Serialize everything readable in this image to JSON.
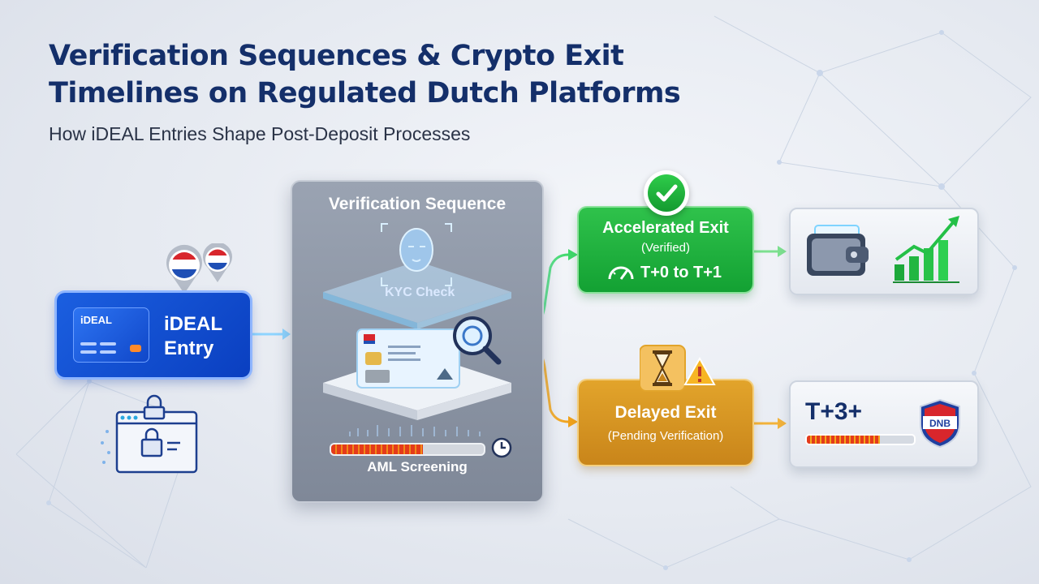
{
  "title": "Verification Sequences & Crypto Exit Timelines on Regulated Dutch Platforms",
  "subtitle": "How iDEAL Entries Shape Post-Deposit Processes",
  "entry": {
    "card_brand": "iDEAL",
    "label_line1": "iDEAL",
    "label_line2": "Entry"
  },
  "verification": {
    "title": "Verification Sequence",
    "kyc_label": "KYC Check",
    "aml_label": "AML Screening",
    "aml_progress": 0.6
  },
  "accelerated": {
    "title": "Accelerated Exit",
    "subtitle": "(Verified)",
    "timeline": "T+0 to T+1"
  },
  "delayed": {
    "title": "Delayed Exit",
    "subtitle": "(Pending Verification)",
    "timeline": "T+3+",
    "progress": 0.68,
    "regulator_badge": "DNB"
  },
  "colors": {
    "title": "#142f6a",
    "ideal_blue": "#1b5fe0",
    "accelerated_green": "#1fb13e",
    "delayed_amber": "#d9951f",
    "panel_gray": "#8a93a3"
  },
  "icons": [
    "netherlands-pin-icon",
    "lock-browser-icon",
    "face-scan-icon",
    "id-card-icon",
    "magnifier-icon",
    "clock-icon",
    "checkmark-icon",
    "speedometer-icon",
    "wallet-icon",
    "growth-chart-icon",
    "hourglass-icon",
    "warning-icon",
    "dnb-shield-icon"
  ]
}
